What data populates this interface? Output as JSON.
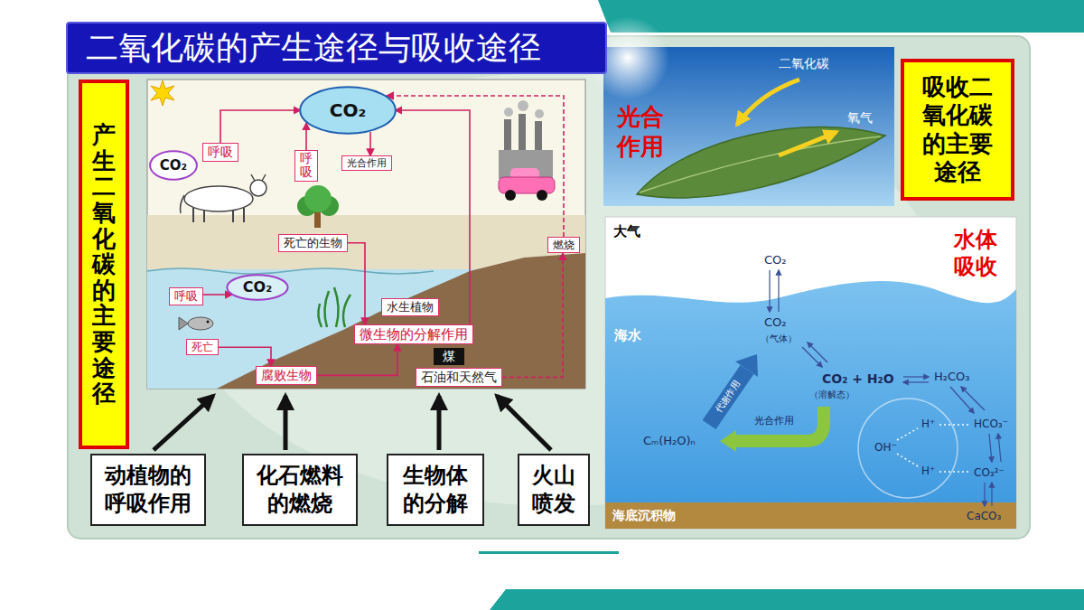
{
  "diagram": {
    "title": "二氧化碳的产生途径与吸收途径",
    "nodes": [
      {
        "text": [
          "产生二氧化碳的主要途径"
        ]
      },
      {
        "text": [
          "CO₂"
        ]
      },
      {
        "text": [
          "CO₂"
        ]
      },
      {
        "text": [
          "呼吸"
        ]
      },
      {
        "text": [
          "呼吸"
        ]
      },
      {
        "text": [
          "光合作用"
        ]
      },
      {
        "text": [
          "死亡的生物"
        ]
      },
      {
        "text": [
          "燃烧"
        ]
      },
      {
        "text": [
          "呼吸"
        ]
      },
      {
        "text": [
          "CO₂"
        ]
      },
      {
        "text": [
          "水生植物"
        ]
      },
      {
        "text": [
          "微生物的分解作用"
        ]
      },
      {
        "text": [
          "死亡"
        ]
      },
      {
        "text": [
          "煤"
        ]
      },
      {
        "text": [
          "腐败生物"
        ]
      },
      {
        "text": [
          "石油和天然气"
        ]
      },
      {
        "text": [
          "动植物的呼吸作用"
        ]
      },
      {
        "text": [
          "化石燃料的燃烧"
        ]
      },
      {
        "text": [
          "生物体的分解"
        ]
      },
      {
        "text": [
          "火山喷发"
        ]
      },
      {
        "text": [
          "吸收二氧化碳的主要途径"
        ]
      }
    ],
    "edges": [
      {
        "from": 3,
        "to": 1,
        "arrow": "to"
      },
      {
        "from": 4,
        "to": 1,
        "arrow": "to"
      },
      {
        "from": 1,
        "to": 5,
        "arrow": "to"
      },
      {
        "from": 11,
        "to": 1,
        "arrow": "to"
      },
      {
        "from": 7,
        "to": 1,
        "arrow": "to"
      },
      {
        "from": 15,
        "to": 7,
        "arrow": "to"
      },
      {
        "from": 6,
        "to": 11,
        "arrow": "to"
      },
      {
        "from": 14,
        "to": 11,
        "arrow": "to"
      },
      {
        "from": 12,
        "to": 14,
        "arrow": "to"
      },
      {
        "from": 8,
        "to": 9,
        "arrow": "to"
      }
    ],
    "labels": [
      "二氧化碳",
      "氧气",
      "光合作用",
      "大气",
      "水体吸收",
      "CO₂",
      "海水",
      "CO₂",
      "（气体）",
      "CO₂ + H₂O",
      "H₂CO₃",
      "（溶解态）",
      "代谢作用",
      "H⁺",
      "HCO₃⁻",
      "OH⁻",
      "光合作用",
      "Cₘ(H₂O)ₙ",
      "H⁺",
      "CO₃²⁻",
      "CaCO₃",
      "海底沉积物"
    ]
  }
}
